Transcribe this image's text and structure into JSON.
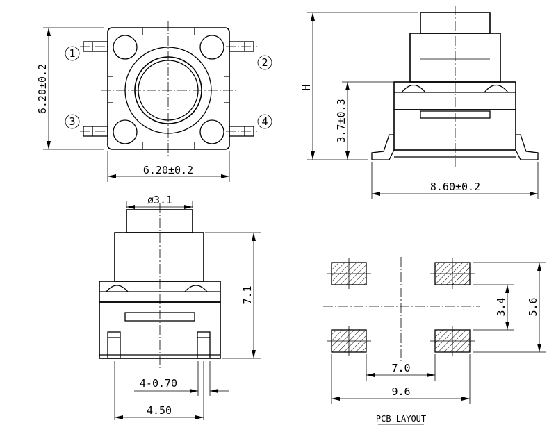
{
  "top_view": {
    "width_dim": "6.20±0.2",
    "height_dim": "6.20±0.2",
    "pin_labels": [
      "1",
      "2",
      "3",
      "4"
    ]
  },
  "side_view": {
    "height_dim": "H",
    "body_height_dim": "3.7±0.3",
    "width_dim": "8.60±0.2"
  },
  "front_view": {
    "diameter_dim": "ø3.1",
    "height_dim": "7.1",
    "pin_width_dim": "4-0.70",
    "pin_span_dim": "4.50"
  },
  "pcb_layout": {
    "inner_spacing_dim": "7.0",
    "outer_spacing_dim": "9.6",
    "inner_height_dim": "3.4",
    "outer_height_dim": "5.6",
    "caption": "PCB LAYOUT"
  }
}
